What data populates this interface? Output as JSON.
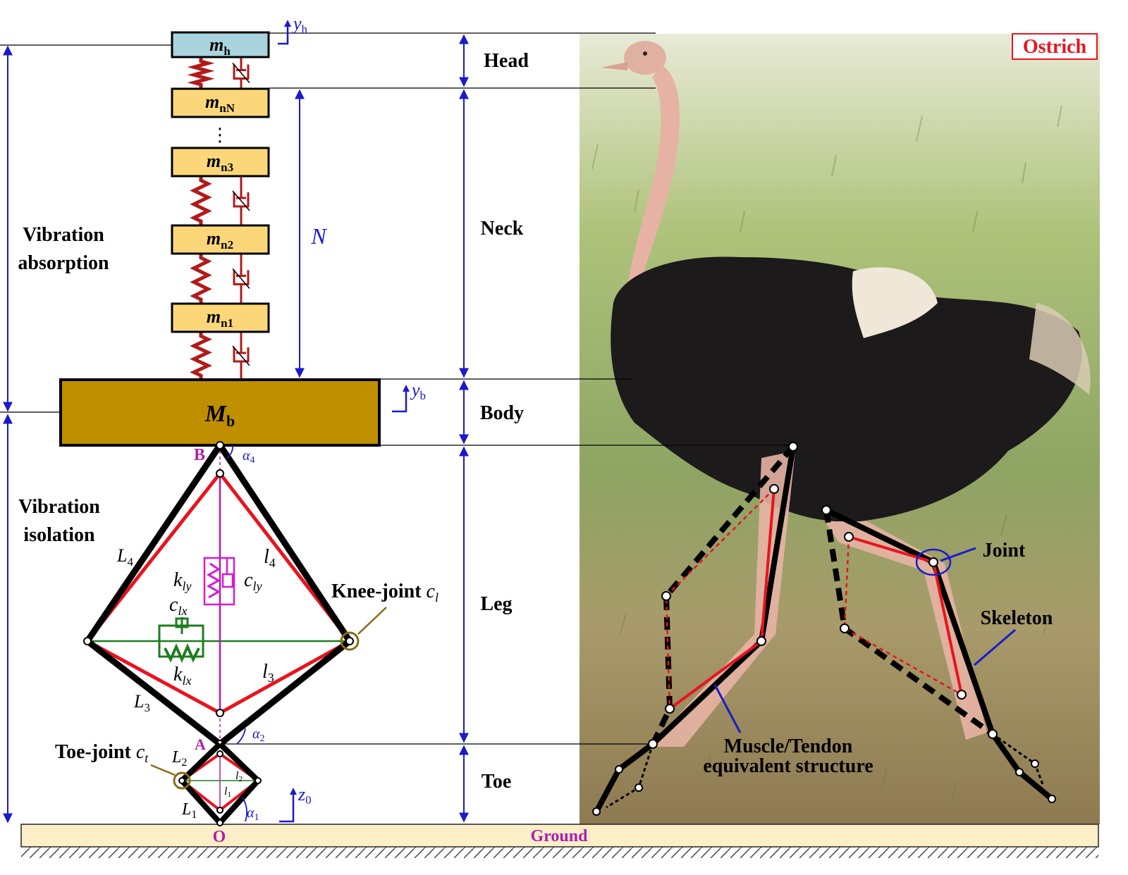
{
  "figure": {
    "ostrich_label": "Ostrich",
    "ground_label": "Ground",
    "left_labels": {
      "vibration_absorption": [
        "Vibration",
        "absorption"
      ],
      "vibration_isolation": [
        "Vibration",
        "isolation"
      ]
    },
    "segments": {
      "head": "Head",
      "neck": "Neck",
      "body": "Body",
      "leg": "Leg",
      "toe": "Toe"
    },
    "masses": {
      "head": {
        "sym": "m",
        "sub": "h"
      },
      "nN": {
        "sym": "m",
        "sub": "nN"
      },
      "n3": {
        "sym": "m",
        "sub": "n3"
      },
      "n2": {
        "sym": "m",
        "sub": "n2"
      },
      "n1": {
        "sym": "m",
        "sub": "n1"
      },
      "body": {
        "sym": "M",
        "sub": "b"
      }
    },
    "coords": {
      "yh": {
        "sym": "y",
        "sub": "h"
      },
      "yb": {
        "sym": "y",
        "sub": "b"
      },
      "z0": {
        "sym": "z",
        "sub": "0"
      }
    },
    "neck_count": "N",
    "ellipsis": "⋮",
    "points": {
      "B": "B",
      "A": "A",
      "O": "O"
    },
    "angles": {
      "a4": {
        "sym": "α",
        "sub": "4"
      },
      "a2": {
        "sym": "α",
        "sub": "2"
      },
      "a1": {
        "sym": "α",
        "sub": "1"
      }
    },
    "leg_labels": {
      "L4": {
        "sym": "L",
        "sub": "4"
      },
      "l4": {
        "sym": "l",
        "sub": "4"
      },
      "L3": {
        "sym": "L",
        "sub": "3"
      },
      "l3": {
        "sym": "l",
        "sub": "3"
      },
      "L2": {
        "sym": "L",
        "sub": "2"
      },
      "l2": {
        "sym": "l",
        "sub": "2"
      },
      "L1": {
        "sym": "L",
        "sub": "1"
      },
      "l1": {
        "sym": "l",
        "sub": "1"
      },
      "kly": {
        "sym": "k",
        "sub": "ly"
      },
      "cly": {
        "sym": "c",
        "sub": "ly"
      },
      "clx": {
        "sym": "c",
        "sub": "lx"
      },
      "klx": {
        "sym": "k",
        "sub": "lx"
      }
    },
    "knee_joint": {
      "text": "Knee-joint ",
      "sym": "c",
      "sub": "l"
    },
    "toe_joint": {
      "text": "Toe-joint ",
      "sym": "c",
      "sub": "t"
    },
    "photo_labels": {
      "joint": "Joint",
      "skeleton": "Skeleton",
      "muscle": [
        "Muscle/Tendon",
        "equivalent structure"
      ]
    },
    "colors": {
      "head_mass": "#a9d4dd",
      "neck_mass": "#fcd77a",
      "body_mass": "#bf8f00",
      "spring": "#b21a1a",
      "axis_blue": "#1a1acc",
      "label_magenta": "#b01cb0",
      "muscle_red": "#e8141e",
      "ostrich_red": "#e8141e",
      "ground_fill": "#fcefc8",
      "green": "#1e7d1e",
      "joint_ring": "#8b6a14"
    }
  }
}
